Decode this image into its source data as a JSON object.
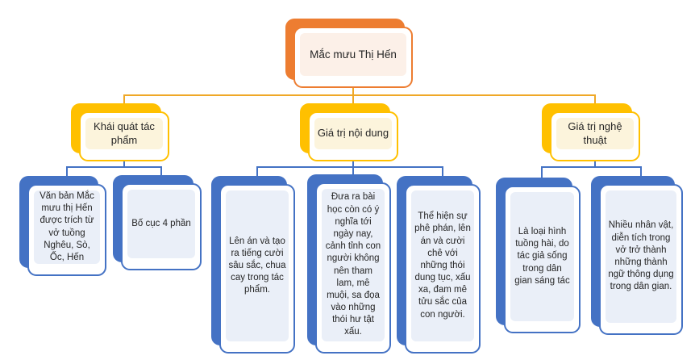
{
  "colors": {
    "orange": "#ED7D31",
    "orange_fill": "#FCF0E8",
    "gold": "#FFC000",
    "gold_fill": "#FCF4DC",
    "blue": "#4472C4",
    "blue_fill": "#EAEFF8",
    "gold_connector": "#EFA827",
    "text": "#262626",
    "background": "#FFFFFF"
  },
  "root": {
    "label": "Mắc mưu Thị Hến"
  },
  "branches": [
    {
      "label": "Khái quát tác phẩm",
      "children": [
        {
          "label": "Văn bản Mắc mưu thị Hến được trích từ vở tuồng Nghêu, Sò, Ốc, Hến"
        },
        {
          "label": "Bố cục 4 phần"
        }
      ]
    },
    {
      "label": "Giá trị nội dung",
      "children": [
        {
          "label": "Lên án và tạo ra tiếng cười sâu sắc, chua cay trong tác phẩm."
        },
        {
          "label": "Đưa ra bài học còn có ý nghĩa tới ngày nay, cảnh tỉnh con người không nên tham lam, mê muội, sa đọa vào những thói hư tật xấu."
        },
        {
          "label": "Thể hiện sự phê phán, lên án và cười chê với những thói dung tục, xấu xa, đam mê tửu sắc của con người."
        }
      ]
    },
    {
      "label": "Giá trị nghệ thuật",
      "children": [
        {
          "label": "Là loại hình tuồng hài, do tác giả sống trong dân gian sáng tác"
        },
        {
          "label": "Nhiều nhân vật, diễn tích trong vở trở thành những thành ngữ thông dụng trong dân gian."
        }
      ]
    }
  ]
}
